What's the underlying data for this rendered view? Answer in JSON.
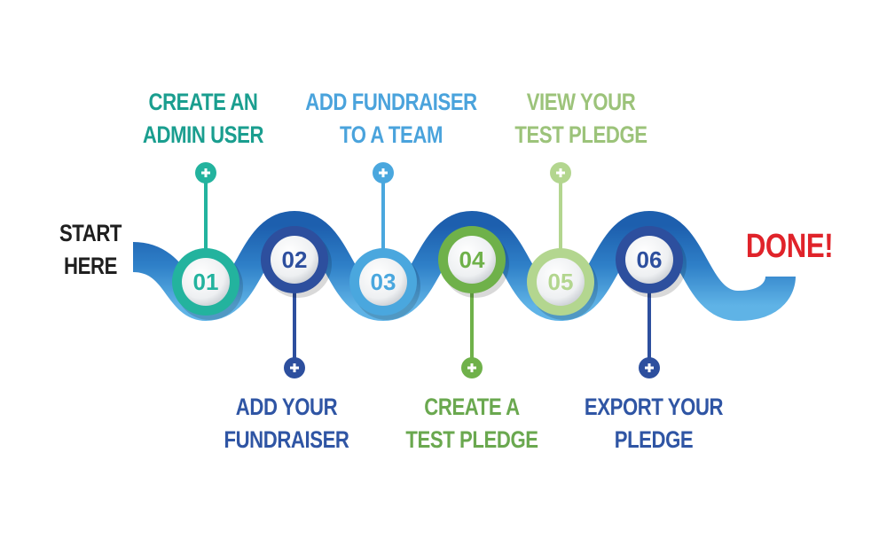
{
  "start": {
    "line1": "START",
    "line2": "HERE"
  },
  "done": "DONE!",
  "steps": [
    {
      "number": "01",
      "line1": "CREATE AN",
      "line2": "ADMIN USER",
      "color": "#1a9e8f",
      "ring": "#23b39e"
    },
    {
      "number": "02",
      "line1": "ADD YOUR",
      "line2": "FUNDRAISER",
      "color": "#2f55a4",
      "ring": "#2d4f9e"
    },
    {
      "number": "03",
      "line1": "ADD FUNDRAISER",
      "line2": "TO A TEAM",
      "color": "#4aa3dc",
      "ring": "#4aa7de"
    },
    {
      "number": "04",
      "line1": "CREATE A",
      "line2": "TEST PLEDGE",
      "color": "#6aa84f",
      "ring": "#6fb14a"
    },
    {
      "number": "05",
      "line1": "VIEW YOUR",
      "line2": "TEST PLEDGE",
      "color": "#9cc37a",
      "ring": "#b3d68f"
    },
    {
      "number": "06",
      "line1": "EXPORT YOUR",
      "line2": "PLEDGE",
      "color": "#2f55a4",
      "ring": "#2d4f9e"
    }
  ],
  "colors": {
    "start_text": "#1f1f1f",
    "done_text": "#e0232a",
    "path_dark": "#1d5fae",
    "path_light": "#4fa6df"
  },
  "icons": {
    "pin": "plus-pin-icon"
  }
}
